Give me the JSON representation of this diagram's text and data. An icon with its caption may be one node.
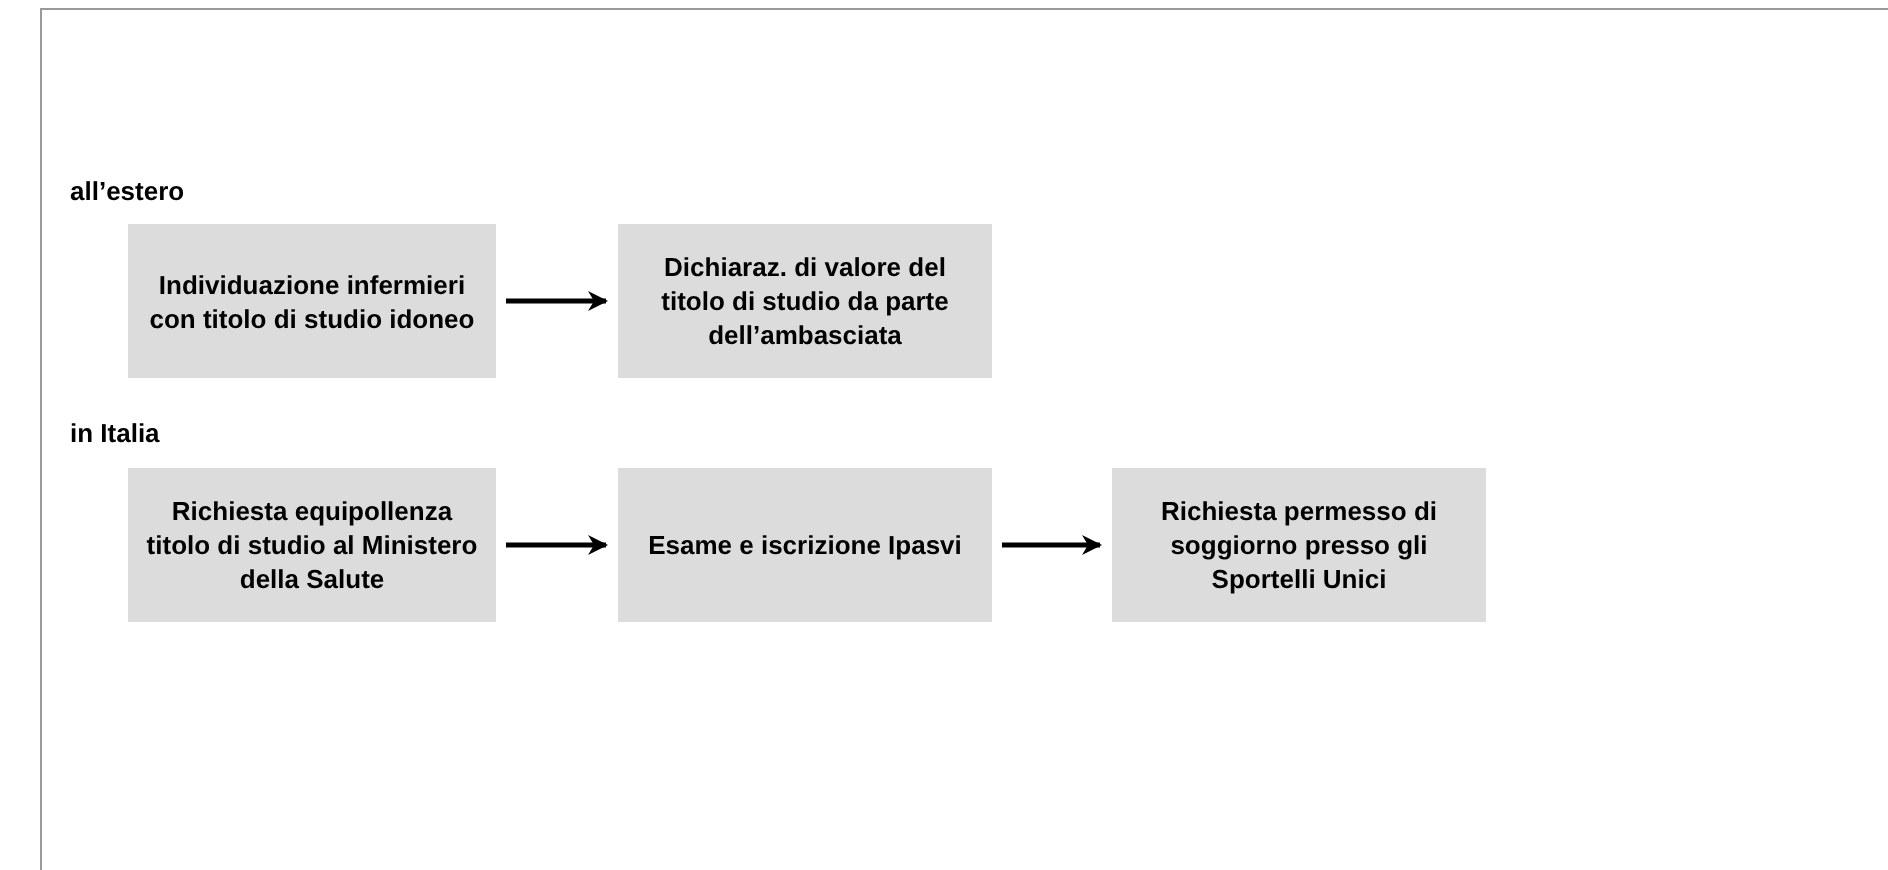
{
  "diagram": {
    "nodes": [
      {
        "text": [
          "Individuazione infermieri con titolo di studio idoneo"
        ]
      },
      {
        "text": [
          "Dichiaraz. di valore del titolo di studio da parte dell’ambasciata"
        ]
      },
      {
        "text": [
          "Richiesta equipollenza titolo di studio al Ministero della Salute"
        ]
      },
      {
        "text": [
          "Esame e iscrizione Ipasvi"
        ]
      },
      {
        "text": [
          "Richiesta permesso di soggiorno presso gli Sportelli Unici"
        ]
      }
    ],
    "edges": [
      {
        "from": 0,
        "to": 1,
        "arrow": "to"
      },
      {
        "from": 2,
        "to": 3,
        "arrow": "to"
      },
      {
        "from": 3,
        "to": 4,
        "arrow": "to"
      }
    ],
    "labels": [
      "all’estero",
      "in Italia"
    ]
  }
}
